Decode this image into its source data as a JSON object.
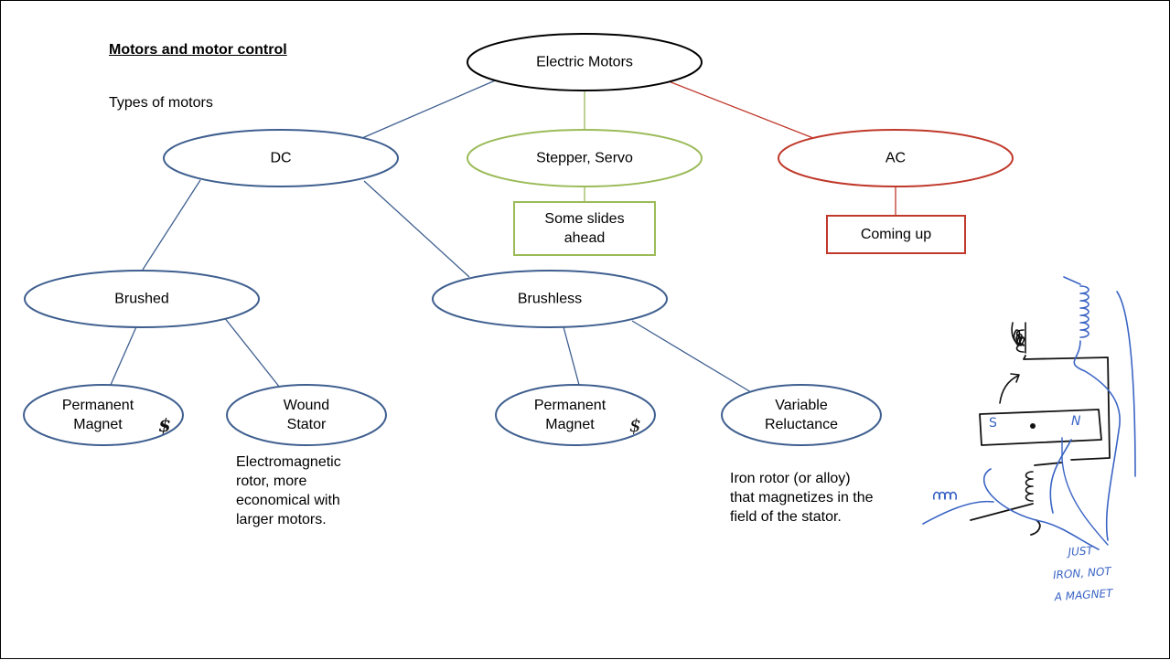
{
  "title": "Motors and motor control",
  "subtitle": "Types of motors",
  "colors": {
    "blue": "#3f5f8f",
    "green": "#9bbb59",
    "red": "#c0392b",
    "ink": "#3a64c4"
  },
  "nodes": {
    "root": "Electric Motors",
    "dc": "DC",
    "stepper": "Stepper, Servo",
    "ac": "AC",
    "brushed": "Brushed",
    "brushless": "Brushless",
    "pm_brushed": "Permanent\nMagnet",
    "wound_stator": "Wound\nStator",
    "pm_brushless": "Permanent\nMagnet",
    "variable_reluctance": "Variable\nReluctance"
  },
  "boxes": {
    "stepper_note": "Some slides\nahead",
    "ac_note": "Coming up"
  },
  "notes": {
    "wound_stator": "Electromagnetic\nrotor, more\neconomical with\nlarger motors.",
    "variable_reluctance": "Iron rotor (or alloy)\nthat magnetizes in the\nfield of the stator."
  },
  "handwriting": {
    "cost_mark_1": "$",
    "cost_mark_2": "$",
    "pole_s": "S",
    "pole_n": "N",
    "annotation": "JUST\nIRON, NOT\nA MAGNET"
  }
}
